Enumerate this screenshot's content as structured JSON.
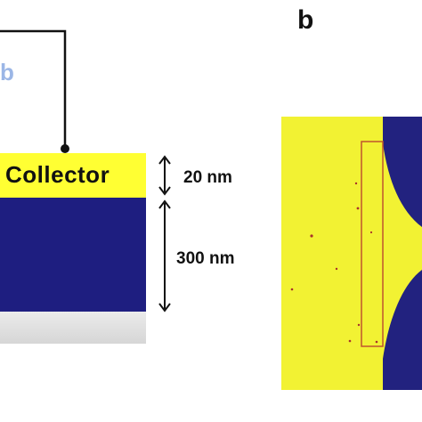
{
  "panel_a": {
    "partial_label": "b",
    "collector_label": "Collector",
    "dimension_top": "20 nm",
    "dimension_bottom": "300 nm"
  },
  "panel_b": {
    "label": "b"
  },
  "colors": {
    "collector": "#ffff33",
    "substrate_layer": "#1e1e80",
    "base": "#d9d9d9",
    "micrograph_yellow": "#f2f233",
    "micrograph_blue": "#22227f",
    "outline": "#c0552e"
  }
}
